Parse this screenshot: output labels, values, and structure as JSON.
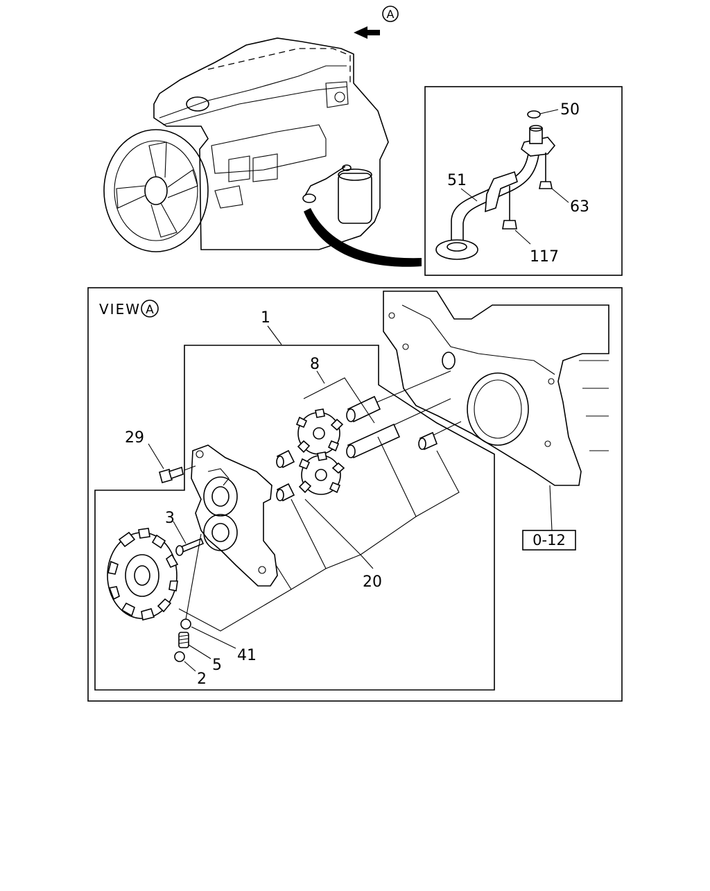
{
  "callouts": {
    "view_marker_top": "A",
    "view_label": "VIEW",
    "view_marker": "A",
    "ref_1": "1",
    "ref_8": "8",
    "ref_20": "20",
    "ref_29": "29",
    "ref_3": "3",
    "ref_41": "41",
    "ref_5": "5",
    "ref_2": "2",
    "ref_50": "50",
    "ref_51": "51",
    "ref_63": "63",
    "ref_117": "117",
    "ref_box": "0-12"
  }
}
